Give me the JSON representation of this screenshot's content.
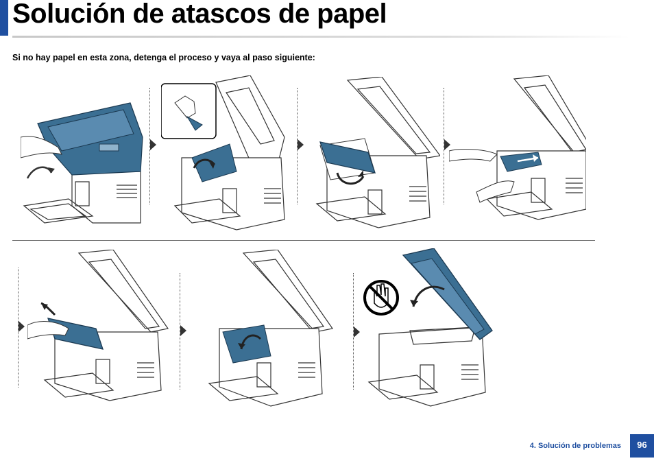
{
  "page": {
    "title": "Solución de atascos de papel",
    "instruction": "Si no hay papel en esta zona, detenga el proceso y vaya al paso siguiente:",
    "footer_section": "4. Solución de problemas",
    "page_number": "96"
  },
  "colors": {
    "accent": "#1f4fa0",
    "highlight": "#3b6f93"
  },
  "steps": [
    {
      "id": 1,
      "illustration": "close-scanner-lid"
    },
    {
      "id": 2,
      "illustration": "open-inner-cover"
    },
    {
      "id": 3,
      "illustration": "remove-toner-cartridge"
    },
    {
      "id": 4,
      "illustration": "pull-jammed-paper"
    },
    {
      "id": 5,
      "illustration": "reinsert-toner-cartridge"
    },
    {
      "id": 6,
      "illustration": "close-inner-cover"
    },
    {
      "id": 7,
      "illustration": "close-scanner-unit"
    }
  ],
  "icons": {
    "step_arrow": "triangle-right-icon",
    "warning": "no-hand-icon"
  }
}
